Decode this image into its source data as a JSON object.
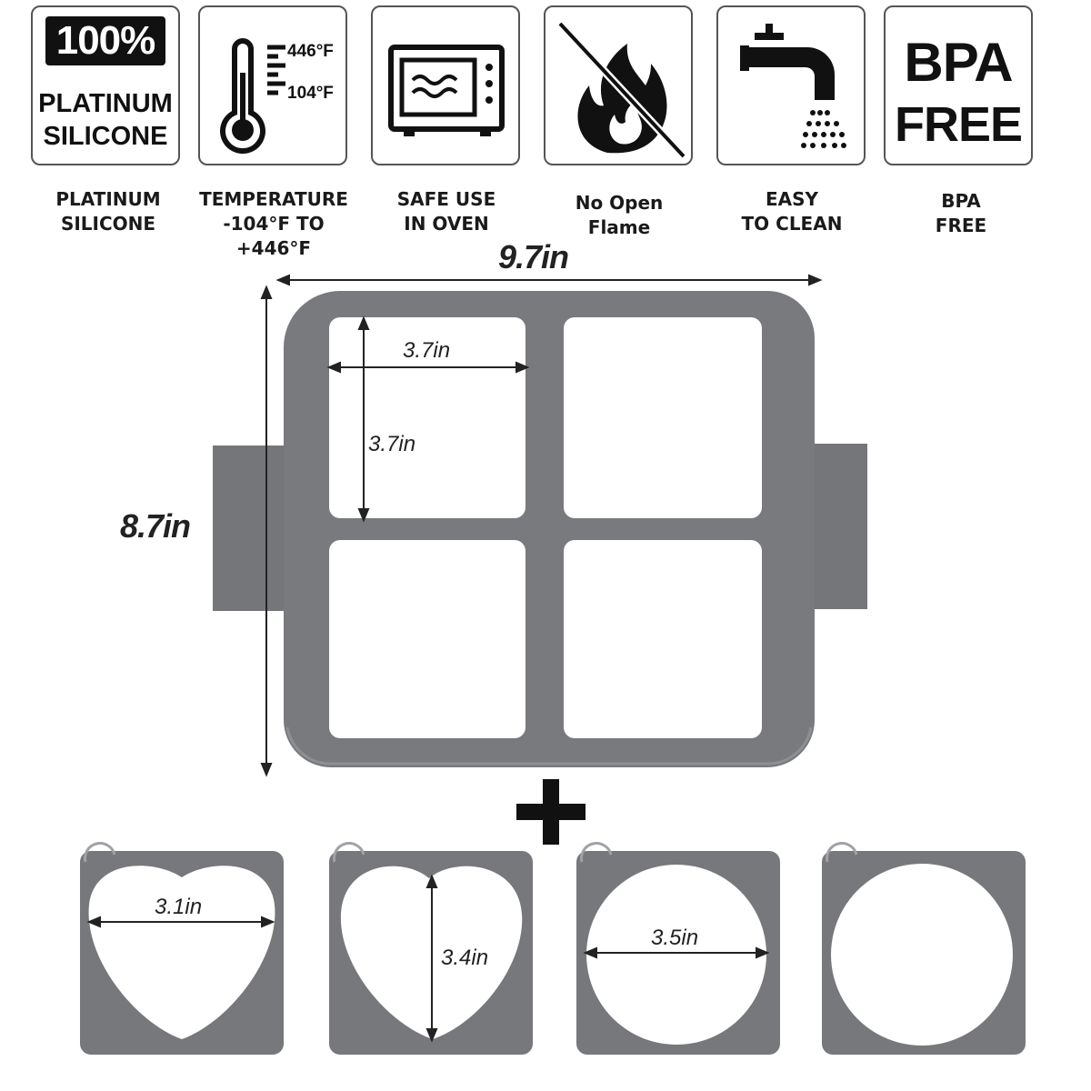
{
  "features": [
    {
      "icon": "platinum-silicone-badge-icon",
      "badge_top": "100%",
      "badge_line1": "PLATINUM",
      "badge_line2": "SILICONE",
      "caption": "PLATINUM\nSILICONE"
    },
    {
      "icon": "thermometer-icon",
      "temp_high": "446°F",
      "temp_low": "104°F",
      "caption": "TEMPERATURE\n-104°F TO +446°F"
    },
    {
      "icon": "oven-icon",
      "caption": "SAFE USE\nIN OVEN"
    },
    {
      "icon": "no-flame-icon",
      "caption": "No Open\nFlame"
    },
    {
      "icon": "faucet-icon",
      "caption": "EASY\nTO CLEAN"
    },
    {
      "icon": "bpa-free-badge-icon",
      "badge_line1": "BPA",
      "badge_line2": "FREE",
      "caption": "BPA\nFREE"
    }
  ],
  "tray": {
    "width_label": "9.7in",
    "height_label": "8.7in",
    "cell_width_label": "3.7in",
    "cell_height_label": "3.7in"
  },
  "plus_sign": "+",
  "molds": [
    {
      "shape": "heart",
      "label": "3.1in",
      "measure": "width"
    },
    {
      "shape": "heart",
      "label": "3.4in",
      "measure": "height"
    },
    {
      "shape": "circle",
      "label": "3.5in",
      "measure": "diameter"
    },
    {
      "shape": "circle",
      "label": "",
      "measure": ""
    }
  ],
  "colors": {
    "silicone": "#77787c",
    "silicone_light": "#8a8b8f",
    "icon_dark": "#111111"
  }
}
